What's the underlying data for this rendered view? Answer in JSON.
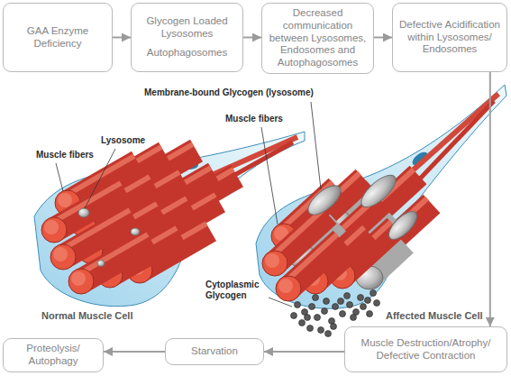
{
  "diagram": {
    "nodes": [
      {
        "text": [
          "GAA Enzyme Deficiency"
        ]
      },
      {
        "text": [
          "Glycogen Loaded Lysosomes",
          "Autophagosomes"
        ]
      },
      {
        "text": [
          "Decreased communication between Lysosomes, Endosomes and Autophagosomes"
        ]
      },
      {
        "text": [
          "Defective Acidification within Lysosomes/ Endosomes"
        ]
      },
      {
        "text": [
          "Muscle Destruction/Atrophy/ Defective Contraction"
        ]
      },
      {
        "text": [
          "Starvation"
        ]
      },
      {
        "text": [
          "Proteolysis/ Autophagy"
        ]
      }
    ],
    "edges": [
      {
        "from": 0,
        "to": 1,
        "arrow": "to"
      },
      {
        "from": 1,
        "to": 2,
        "arrow": "to"
      },
      {
        "from": 2,
        "to": 3,
        "arrow": "to"
      },
      {
        "from": 3,
        "to": 4,
        "arrow": "to"
      },
      {
        "from": 4,
        "to": 5,
        "arrow": "to"
      },
      {
        "from": 5,
        "to": 6,
        "arrow": "to"
      }
    ],
    "labels": [
      "Membrane-bound Glycogen (lysosome)",
      "Muscle fibers",
      "Lysosome",
      "Muscle fibers",
      "Cytoplasmic Glycogen",
      "Normal Muscle Cell",
      "Affected Muscle Cell"
    ]
  }
}
